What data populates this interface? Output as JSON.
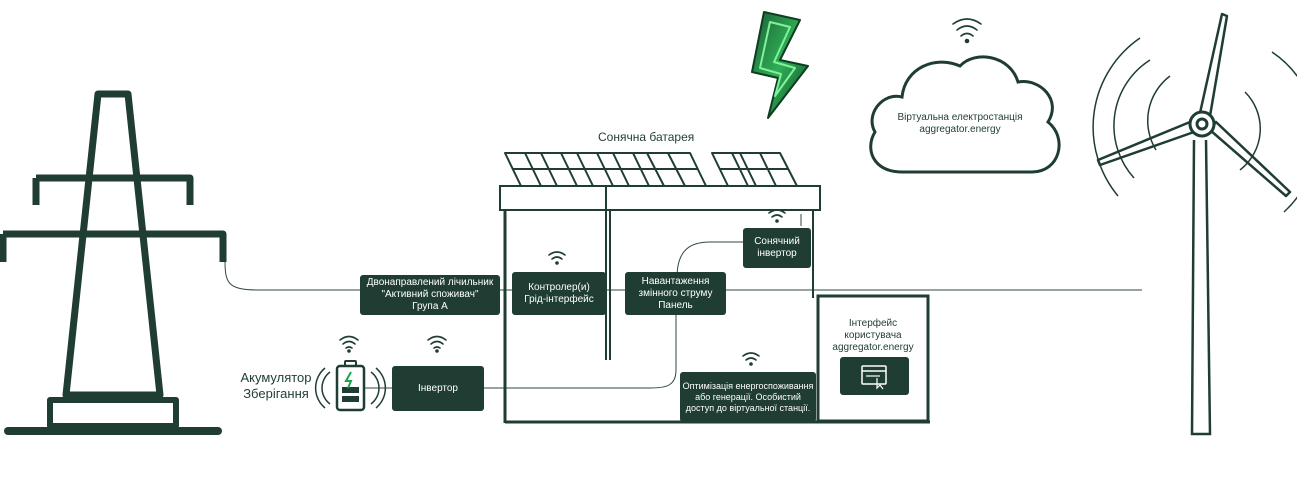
{
  "colors": {
    "primary": "#1f3d32",
    "line": "#2b4a3f",
    "accent_green": "#1fa34a",
    "background": "#ffffff"
  },
  "icons": {
    "tower": "transmission-tower-icon",
    "bolt": "lightning-bolt-icon",
    "cloud": "cloud-icon",
    "turbine": "wind-turbine-icon",
    "battery": "battery-icon",
    "wifi": "wifi-signal-icon",
    "panel": "solar-panel-icon",
    "ui": "browser-window-icon"
  },
  "labels": {
    "solar_battery": "Сонячна батарея",
    "storage_line1": "Акумулятор",
    "storage_line2": "Зберігання"
  },
  "cloud": {
    "line1": "Віртуальна електростанція",
    "line2": "aggregator.energy"
  },
  "boxes": {
    "meter": {
      "line1": "Двонаправлений лічильник",
      "line2": "\"Активний споживач\"",
      "line3": "Група А"
    },
    "controller": {
      "line1": "Контролер(и)",
      "line2": "Грід-інтерфейс"
    },
    "ac_load": {
      "line1": "Навантаження",
      "line2": "змінного струму",
      "line3": "Панель"
    },
    "solar_inverter": {
      "line1": "Сонячний",
      "line2": "інвертор"
    },
    "inverter": {
      "line1": "Інвертор"
    },
    "optimization": {
      "line1": "Оптимізація енергоспоживання",
      "line2": "або генерації. Особистий",
      "line3": "доступ до віртуальної станції."
    }
  },
  "user_interface": {
    "line1": "Інтерфейс",
    "line2": "користувача",
    "line3": "aggregator.energy"
  }
}
